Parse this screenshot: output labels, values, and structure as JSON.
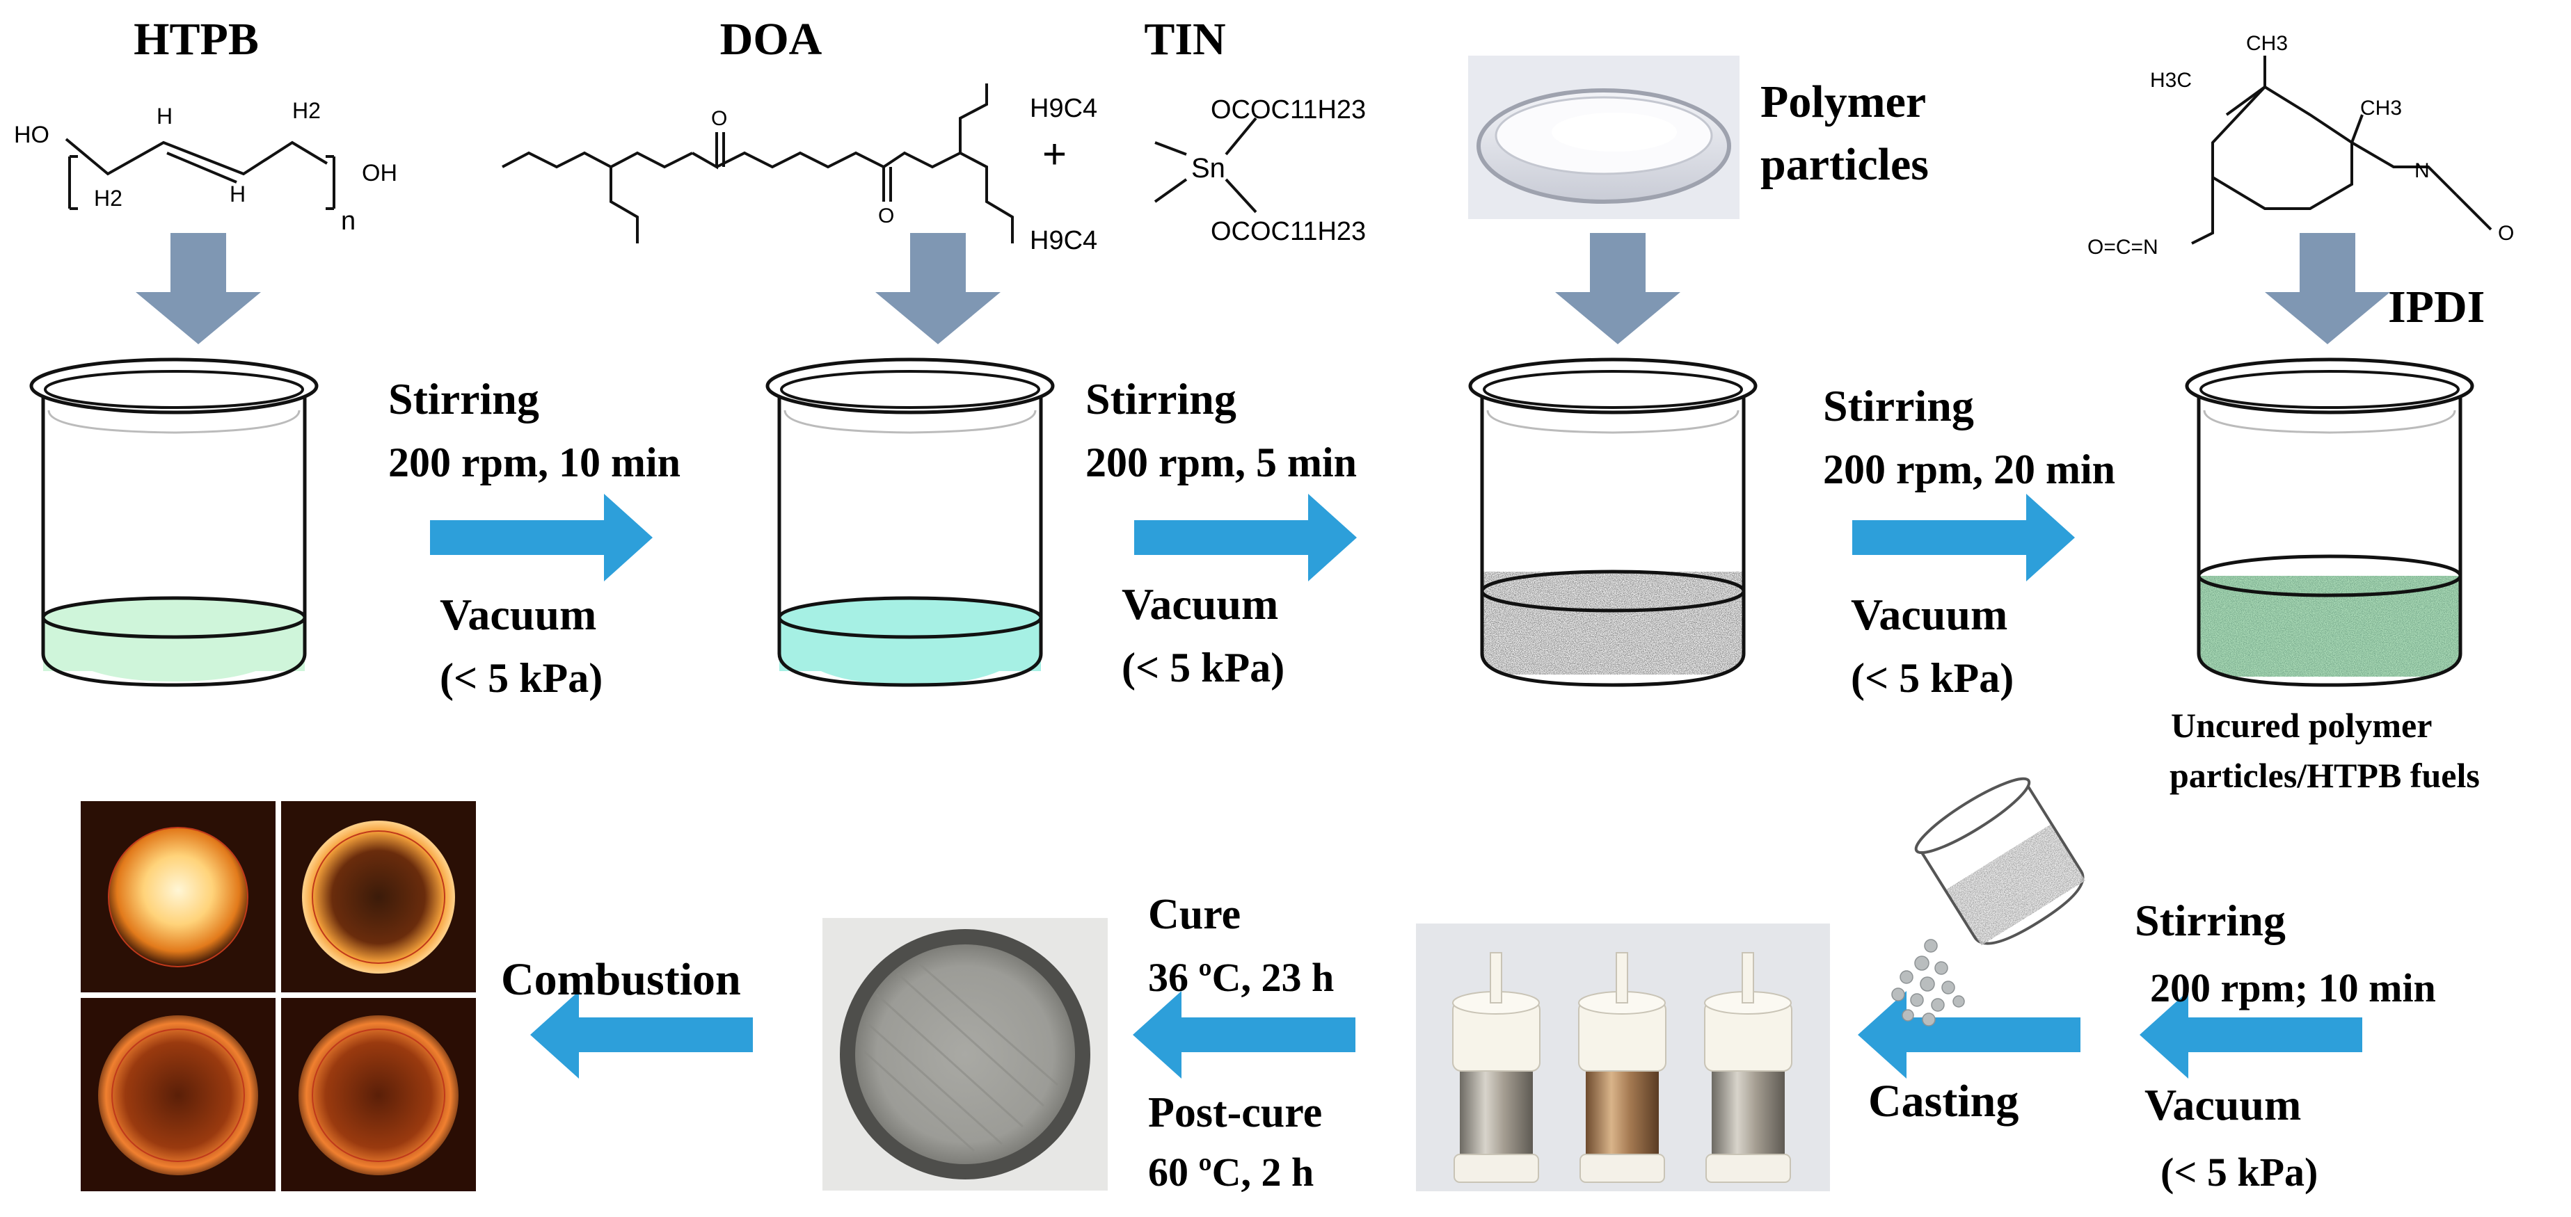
{
  "reagents": {
    "htpb": "HTPB",
    "doa": "DOA",
    "tin": "TIN",
    "polymer": [
      "Polymer",
      "particles"
    ],
    "ipdi": "IPDI"
  },
  "chem_text": {
    "htpb_ho": "HO",
    "htpb_oh": "OH",
    "htpb_h2": "H2",
    "htpb_h": "H",
    "htpb_n": "n",
    "tin_sn": "Sn",
    "tin_h9c4": "H9C4",
    "tin_ococ": "OCOC11H23",
    "plus": "+",
    "ipdi_h3c": "H3C",
    "ipdi_ch3": "CH3",
    "ipdi_oecn": "O=C=N",
    "ipdi_n": "N",
    "ipdi_o": "O",
    "doa_o": "O"
  },
  "steps": {
    "s1": {
      "action": "Stirring",
      "params": "200 rpm, 10 min",
      "vac": "Vacuum",
      "pressure": "(< 5 kPa)"
    },
    "s2": {
      "action": "Stirring",
      "params": "200 rpm, 5 min",
      "vac": "Vacuum",
      "pressure": "(< 5 kPa)"
    },
    "s3": {
      "action": "Stirring",
      "params": "200 rpm, 20 min",
      "vac": "Vacuum",
      "pressure": "(< 5 kPa)"
    },
    "s4": {
      "action": "Stirring",
      "params": "200 rpm; 10 min",
      "vac": "Vacuum",
      "pressure": "(< 5 kPa)"
    }
  },
  "uncured": [
    "Uncured polymer",
    "particles/HTPB fuels"
  ],
  "casting": "Casting",
  "cure": {
    "label": "Cure",
    "cond": "36 ºC, 23 h",
    "post": "Post-cure",
    "post_cond": "60 ºC, 2 h"
  },
  "combustion": "Combustion",
  "colors": {
    "flow_arrow": "#2D9FDA",
    "down_arrow": "#7F97B3",
    "liquid_htpb": "#CFF5DA",
    "liquid_doa": "#A6F0E4",
    "speckle_grey": "#BEBEBE",
    "speckle_green": "#8BC39A"
  }
}
